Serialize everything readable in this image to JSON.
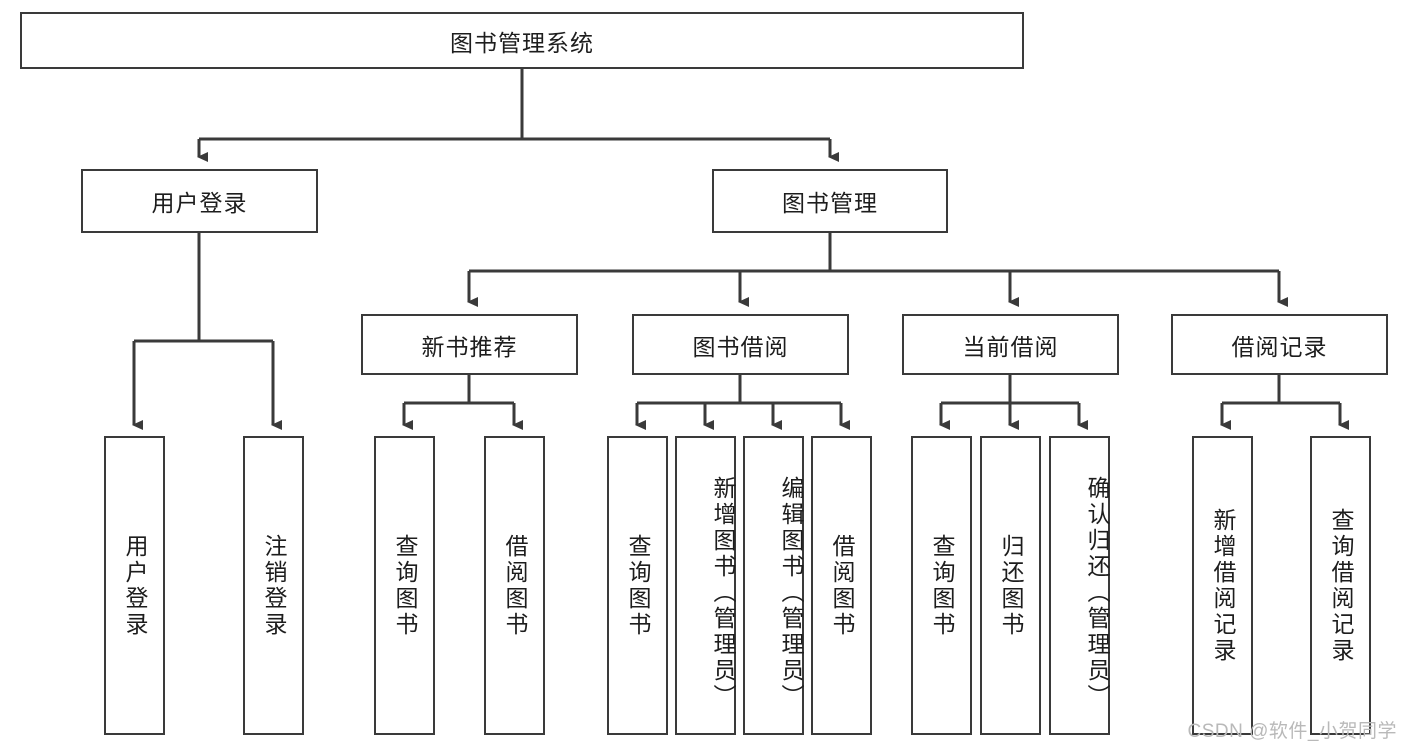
{
  "diagram": {
    "type": "tree",
    "title": "图书管理系统",
    "watermark": "CSDN @软件_小贺同学",
    "levels": {
      "root": {
        "id": "root",
        "label": "图书管理系统"
      },
      "level2": [
        {
          "id": "user-login",
          "label": "用户登录"
        },
        {
          "id": "book-manage",
          "label": "图书管理"
        }
      ],
      "level3": [
        {
          "id": "new-book-rec",
          "label": "新书推荐",
          "parent": "book-manage"
        },
        {
          "id": "book-borrow",
          "label": "图书借阅",
          "parent": "book-manage"
        },
        {
          "id": "current-borrow",
          "label": "当前借阅",
          "parent": "book-manage"
        },
        {
          "id": "borrow-record",
          "label": "借阅记录",
          "parent": "book-manage"
        }
      ],
      "leaves": [
        {
          "id": "leaf-user-login",
          "label": "用户登录",
          "parent": "user-login"
        },
        {
          "id": "leaf-logout",
          "label": "注销登录",
          "parent": "user-login"
        },
        {
          "id": "leaf-query-book-1",
          "label": "查询图书",
          "parent": "new-book-rec"
        },
        {
          "id": "leaf-borrow-book-1",
          "label": "借阅图书",
          "parent": "new-book-rec"
        },
        {
          "id": "leaf-query-book-2",
          "label": "查询图书",
          "parent": "book-borrow"
        },
        {
          "id": "leaf-add-book",
          "label": "新增图书（管理员）",
          "parent": "book-borrow"
        },
        {
          "id": "leaf-edit-book",
          "label": "编辑图书（管理员）",
          "parent": "book-borrow"
        },
        {
          "id": "leaf-borrow-book-2",
          "label": "借阅图书",
          "parent": "book-borrow"
        },
        {
          "id": "leaf-query-book-3",
          "label": "查询图书",
          "parent": "current-borrow"
        },
        {
          "id": "leaf-return-book",
          "label": "归还图书",
          "parent": "current-borrow"
        },
        {
          "id": "leaf-confirm-return",
          "label": "确认归还（管理员）",
          "parent": "current-borrow"
        },
        {
          "id": "leaf-add-record",
          "label": "新增借阅记录",
          "parent": "borrow-record"
        },
        {
          "id": "leaf-query-record",
          "label": "查询借阅记录",
          "parent": "borrow-record"
        }
      ]
    },
    "colors": {
      "box_border": "#3a3a3a",
      "box_fill": "#ffffff",
      "edge": "#3a3a3a",
      "text": "#1d1d1d",
      "watermark": "#b9b9b9",
      "background": "#ffffff"
    }
  }
}
